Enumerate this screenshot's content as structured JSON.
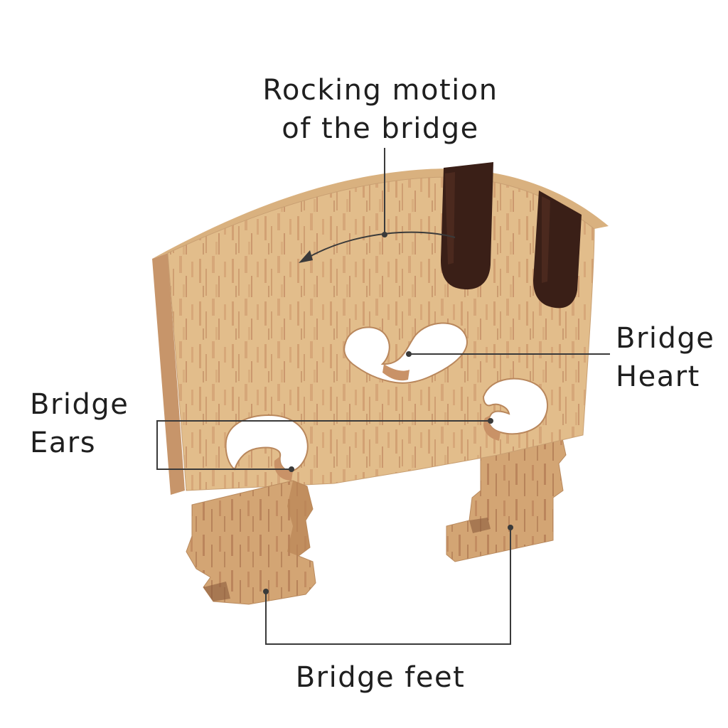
{
  "labels": {
    "rocking_line1": "Rocking motion",
    "rocking_line2": "of the bridge",
    "heart_line1": "Bridge",
    "heart_line2": "Heart",
    "ears_line1": "Bridge",
    "ears_line2": "Ears",
    "feet": "Bridge feet"
  },
  "colors": {
    "wood_light": "#e6c491",
    "wood_mid": "#d4a774",
    "wood_grain": "#b87a55",
    "wood_edge": "#c4956a",
    "ebony": "#3a1f17",
    "callout": "#3a3a3a",
    "text": "#1f1f1f"
  }
}
